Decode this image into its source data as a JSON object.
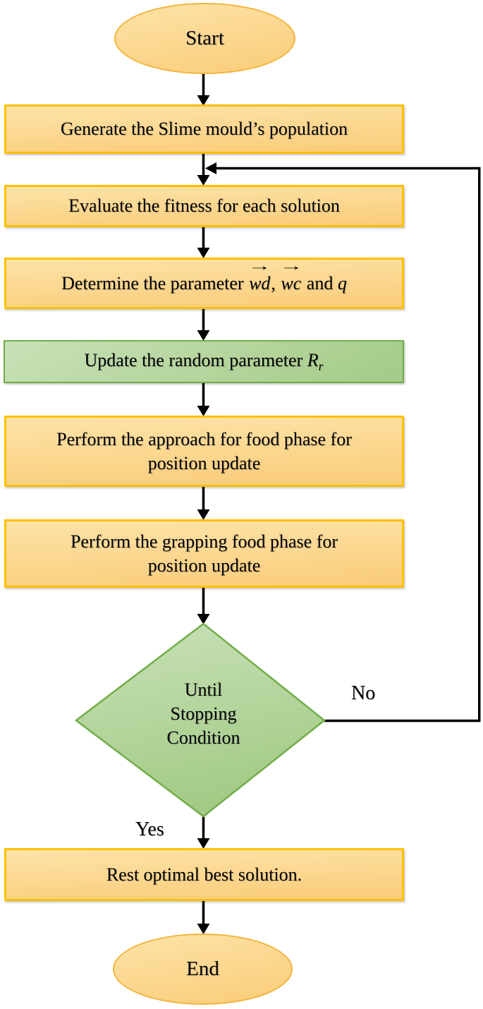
{
  "nodes": {
    "start": {
      "label": "Start"
    },
    "generate": {
      "label": "Generate the Slime mould’s population"
    },
    "evaluate": {
      "label": "Evaluate the fitness for each solution"
    },
    "determine": {
      "pre": "Determine the parameter ",
      "vec1": "wd",
      "arrow": "→",
      "comma": ", ",
      "vec2": "wc",
      "and": " and ",
      "q": "q"
    },
    "update_random": {
      "pre": "Update the random parameter ",
      "R": "R",
      "sub": "r"
    },
    "approach": {
      "line1": "Perform the approach for food phase for",
      "line2": "position update"
    },
    "grapping": {
      "line1": "Perform the grapping food phase for",
      "line2": "position update"
    },
    "decision": {
      "line1": "Until",
      "line2": "Stopping",
      "line3": "Condition"
    },
    "rest": {
      "label": "Rest optimal best solution."
    },
    "end": {
      "label": "End"
    }
  },
  "edges": {
    "no_label": "No",
    "yes_label": "Yes"
  },
  "theme": {
    "orange-fill-top": "#FDE3A8",
    "orange-fill-bottom": "#FACC79",
    "orange-border": "#FFC000",
    "ellipse-border": "#F2B43C",
    "green-fill-top": "#C9E1B8",
    "green-fill-bottom": "#A3CB86",
    "green-border": "#70AD47",
    "line-color": "#000000",
    "text-color": "#000000"
  }
}
